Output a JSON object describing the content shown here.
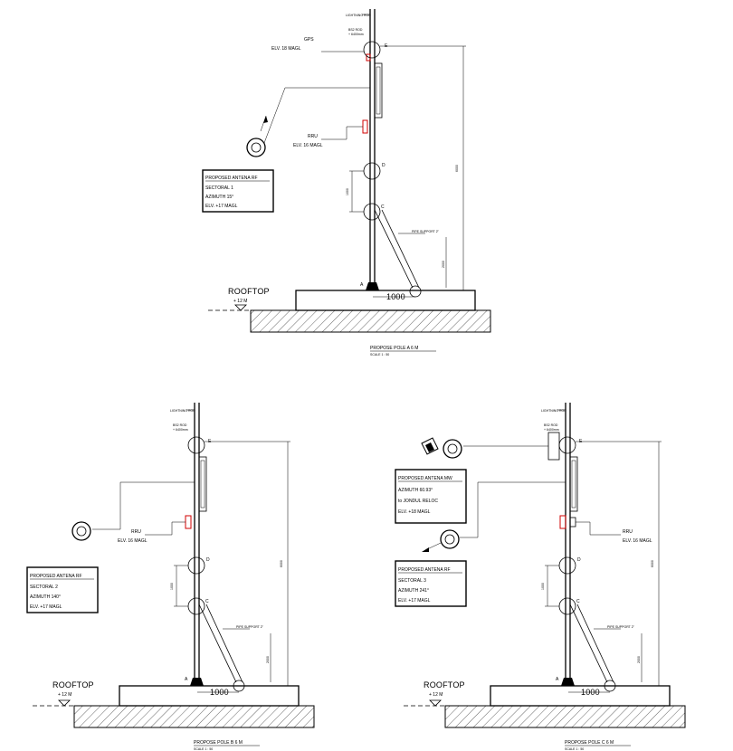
{
  "drawings": [
    {
      "id": "a",
      "title": "PROPOSE POLE A 6 M",
      "scale": "SCALE 1 : 50",
      "rooftop": {
        "label": "ROOFTOP",
        "elev": "+ 12 M"
      },
      "base_dim": "1000",
      "pipe_support": "PIPE SUPPORT 2\"",
      "height_dim": "6000",
      "upper_dim": "1000",
      "brace_dim": "2000",
      "top_note": [
        "LIGHTNING ROD",
        "BS2 ROD",
        "+ 6400mm"
      ],
      "callouts": [
        {
          "lines": [
            "GPS",
            "ELV. 18 MAGL"
          ]
        },
        {
          "lines": [
            "RRU",
            "ELV. 16 MAGL"
          ]
        }
      ],
      "antenna_box": [
        "PROPOSED ANTENA RF",
        "SECTORAL 1",
        "AZIMUTH 15°",
        "ELV. +17 MAGL"
      ],
      "point_labels": [
        "E",
        "D",
        "C",
        "A"
      ]
    },
    {
      "id": "b",
      "title": "PROPOSE POLE B 6 M",
      "scale": "SCALE 1 : 50",
      "rooftop": {
        "label": "ROOFTOP",
        "elev": "+ 12 M"
      },
      "base_dim": "1000",
      "pipe_support": "PIPE SUPPORT 2\"",
      "height_dim": "6000",
      "upper_dim": "1000",
      "brace_dim": "2000",
      "top_note": [
        "LIGHTNING ROD",
        "BS2 ROD",
        "+ 6400mm"
      ],
      "callouts": [
        {
          "lines": [
            "RRU",
            "ELV. 16 MAGL"
          ]
        }
      ],
      "antenna_box": [
        "PROPOSED ANTENA RF",
        "SECTORAL 2",
        "AZIMUTH 140°",
        "ELV. +17 MAGL"
      ],
      "point_labels": [
        "E",
        "D",
        "C",
        "A"
      ]
    },
    {
      "id": "c",
      "title": "PROPOSE POLE C 6 M",
      "scale": "SCALE 1 : 50",
      "rooftop": {
        "label": "ROOFTOP",
        "elev": "+ 12 M"
      },
      "base_dim": "1000",
      "pipe_support": "PIPE SUPPORT 2\"",
      "height_dim": "6000",
      "upper_dim": "1000",
      "brace_dim": "2000",
      "top_note": [
        "LIGHTNING ROD",
        "BS2 ROD",
        "+ 6400mm"
      ],
      "callouts": [
        {
          "lines": [
            "RRU",
            "ELV. 16 MAGL"
          ]
        }
      ],
      "antenna_box": [
        "PROPOSED ANTENA RF",
        "SECTORAL 3",
        "AZIMUTH 241°",
        "ELV. +17 MAGL"
      ],
      "mw_box": [
        "PROPOSED ANTENA MW",
        "AZIMUTH 60.93°",
        "to JONDUL RELOC",
        "ELV. +18 MAGL"
      ],
      "point_labels": [
        "E",
        "D",
        "C",
        "A"
      ]
    }
  ]
}
